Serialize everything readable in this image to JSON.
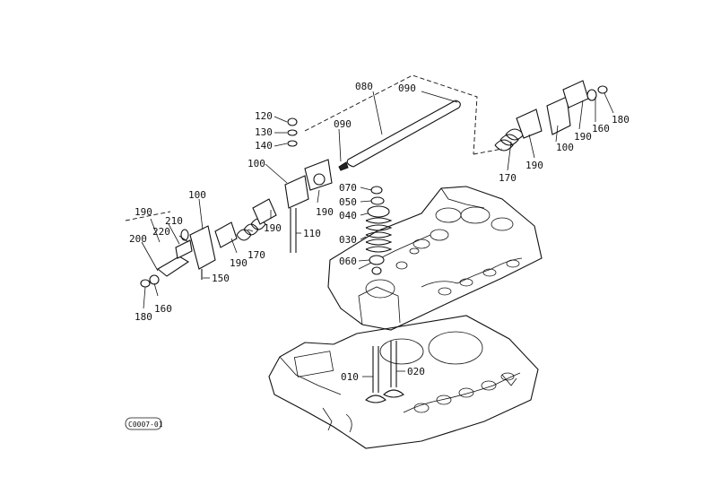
{
  "callouts": [
    {
      "id": "l080",
      "text": "080"
    },
    {
      "id": "l090a",
      "text": "090"
    },
    {
      "id": "l090b",
      "text": "090"
    },
    {
      "id": "l120",
      "text": "120"
    },
    {
      "id": "l130",
      "text": "130"
    },
    {
      "id": "l140",
      "text": "140"
    },
    {
      "id": "l100a",
      "text": "100"
    },
    {
      "id": "l100b",
      "text": "100"
    },
    {
      "id": "l100c",
      "text": "100"
    },
    {
      "id": "l190a",
      "text": "190"
    },
    {
      "id": "l190b",
      "text": "190"
    },
    {
      "id": "l190c",
      "text": "190"
    },
    {
      "id": "l190d",
      "text": "190"
    },
    {
      "id": "l190e",
      "text": "190"
    },
    {
      "id": "l190f",
      "text": "190"
    },
    {
      "id": "l180a",
      "text": "180"
    },
    {
      "id": "l180b",
      "text": "180"
    },
    {
      "id": "l160a",
      "text": "160"
    },
    {
      "id": "l160b",
      "text": "160"
    },
    {
      "id": "l170a",
      "text": "170"
    },
    {
      "id": "l170b",
      "text": "170"
    },
    {
      "id": "l110",
      "text": "110"
    },
    {
      "id": "l150",
      "text": "150"
    },
    {
      "id": "l200",
      "text": "200"
    },
    {
      "id": "l210",
      "text": "210"
    },
    {
      "id": "l220",
      "text": "220"
    },
    {
      "id": "l070",
      "text": "070"
    },
    {
      "id": "l050",
      "text": "050"
    },
    {
      "id": "l040",
      "text": "040"
    },
    {
      "id": "l030",
      "text": "030"
    },
    {
      "id": "l060",
      "text": "060"
    },
    {
      "id": "l010",
      "text": "010"
    },
    {
      "id": "l020",
      "text": "020"
    }
  ],
  "figure_code": "C0007-01"
}
